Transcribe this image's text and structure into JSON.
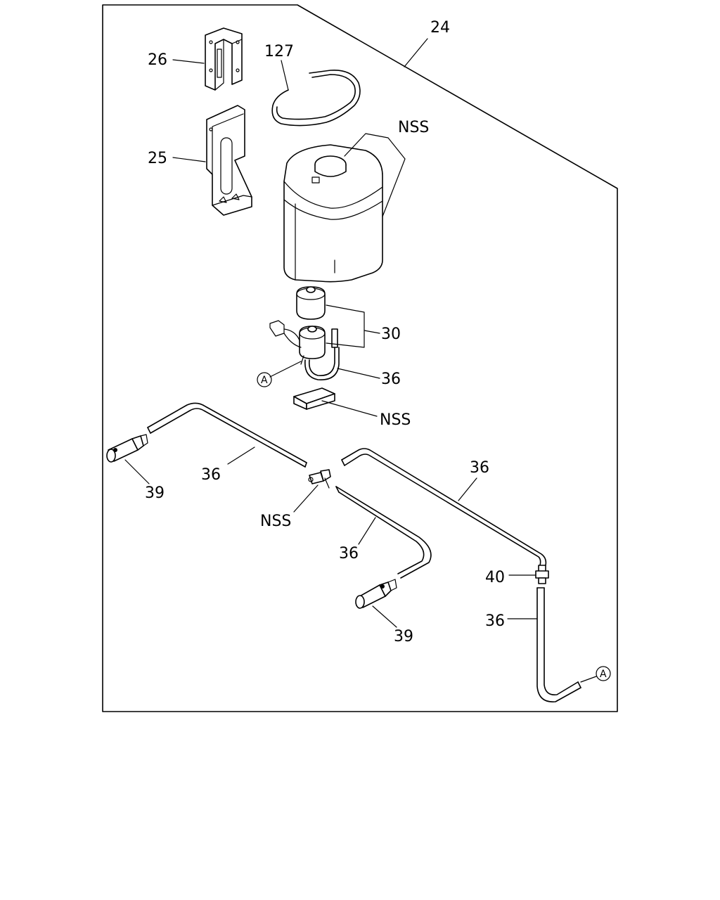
{
  "callouts": {
    "assembly": "24",
    "bracket_upper": "26",
    "bracket_lower": "25",
    "strap": "127",
    "tank_nss": "NSS",
    "pump": "30",
    "hose_pump": "36",
    "ref_a_upper": "A",
    "pad_nss": "NSS",
    "hose_left": "36",
    "nozzle_left": "39",
    "connector_nss": "NSS",
    "hose_mid": "36",
    "hose_right": "36",
    "nozzle_mid": "39",
    "valve": "40",
    "hose_vertical": "36",
    "ref_a_lower": "A"
  }
}
